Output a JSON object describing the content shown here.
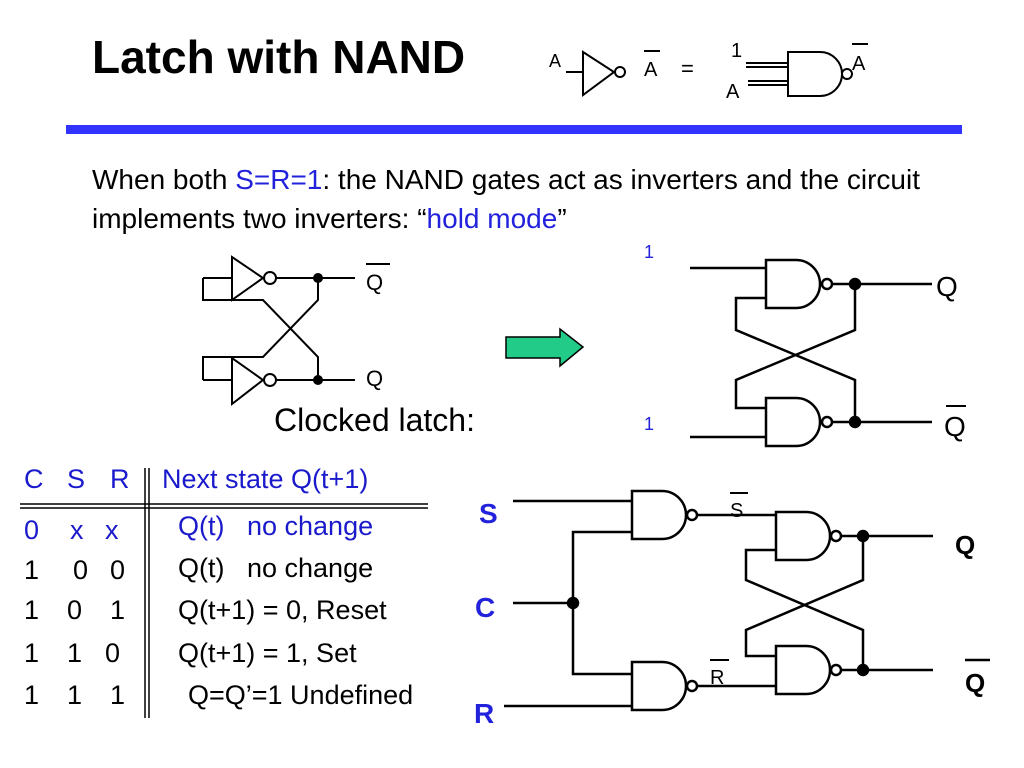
{
  "title": "Latch with NAND",
  "intro": {
    "prefix": "When both ",
    "condition": "S=R=1",
    "middle": ": the NAND gates act as inverters and the circuit implements two inverters: “",
    "mode": "hold mode",
    "suffix": "”"
  },
  "equivalence": {
    "input": "A",
    "output": "A",
    "equals": "=",
    "const_input": "1"
  },
  "inverter_latch": {
    "top_output": "Q",
    "bottom_output": "Q"
  },
  "nand_latch": {
    "top_input": "1",
    "bottom_input": "1",
    "top_output": "Q",
    "bottom_output": "Q"
  },
  "clocked_label": "Clocked latch:",
  "clocked_circuit": {
    "s": "S",
    "c": "C",
    "r": "R",
    "s_bar": "S",
    "r_bar": "R",
    "q": "Q",
    "q_bar": "Q"
  },
  "truth_table": {
    "headers": {
      "c": "C",
      "s": "S",
      "r": "R",
      "next": "Next state Q(t+1)"
    },
    "rows": [
      {
        "c": "0",
        "s": "x",
        "r": "x",
        "next": "Q(t)   no change"
      },
      {
        "c": "1",
        "s": "0",
        "r": "0",
        "next": "Q(t)   no change"
      },
      {
        "c": "1",
        "s": "0",
        "r": "1",
        "next": "Q(t+1) = 0, Reset"
      },
      {
        "c": "1",
        "s": "1",
        "r": "0",
        "next": "Q(t+1) = 1, Set"
      },
      {
        "c": "1",
        "s": "1",
        "r": "1",
        "next": "Q=Q’=1 Undefined"
      }
    ]
  },
  "colors": {
    "accent": "#3333ff",
    "label_blue": "#2222dd",
    "arrow": "#22cc88"
  }
}
